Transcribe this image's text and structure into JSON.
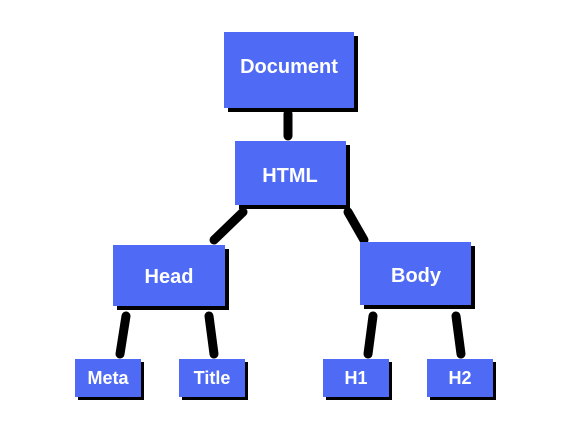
{
  "diagram": {
    "colors": {
      "node_fill": "#4F6BF5",
      "node_shadow": "#000000",
      "edge": "#000000",
      "label": "#ffffff"
    },
    "nodes": {
      "document": "Document",
      "html": "HTML",
      "head": "Head",
      "body": "Body",
      "meta": "Meta",
      "title": "Title",
      "h1": "H1",
      "h2": "H2"
    }
  }
}
